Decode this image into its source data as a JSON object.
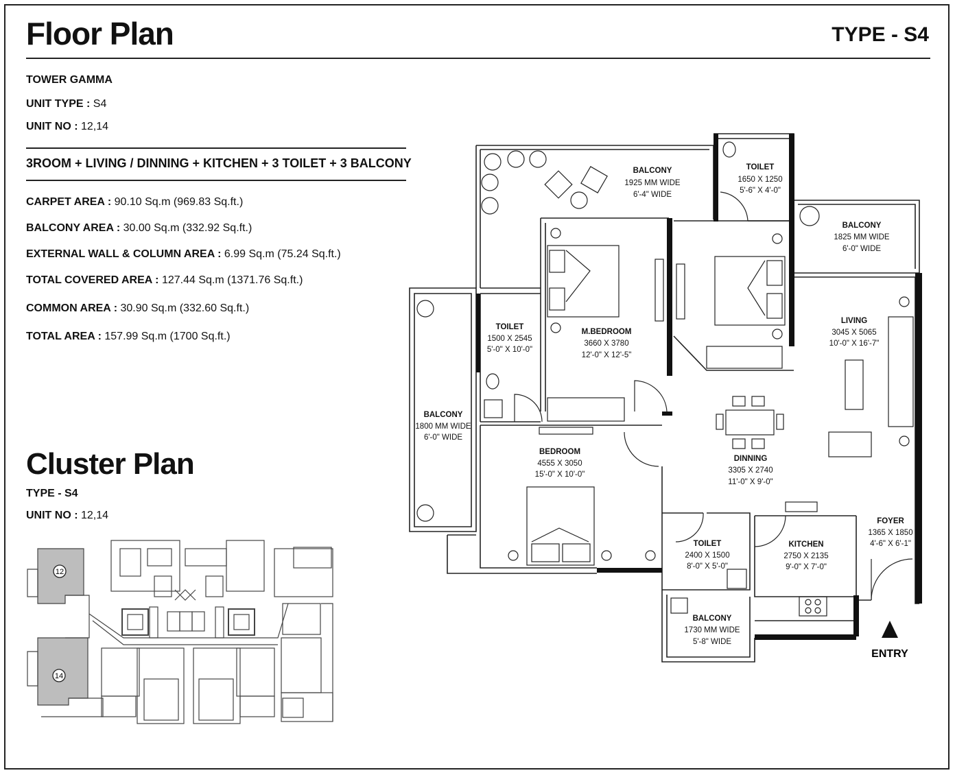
{
  "header": {
    "title": "Floor Plan",
    "type_label": "TYPE - S4"
  },
  "unit_info": {
    "tower": "TOWER GAMMA",
    "unit_type_label": "UNIT TYPE :",
    "unit_type_value": "S4",
    "unit_no_label": "UNIT NO :",
    "unit_no_value": "12,14"
  },
  "configuration": "3ROOM + LIVING / DINNING + KITCHEN + 3 TOILET + 3 BALCONY",
  "areas": [
    {
      "label": "CARPET AREA :",
      "value": "90.10 Sq.m (969.83 Sq.ft.)"
    },
    {
      "label": "BALCONY AREA :",
      "value": "30.00 Sq.m (332.92 Sq.ft.)"
    },
    {
      "label": "EXTERNAL WALL & COLUMN AREA :",
      "value": "6.99 Sq.m (75.24 Sq.ft.)"
    },
    {
      "label": "TOTAL COVERED AREA :",
      "value": "127.44 Sq.m (1371.76 Sq.ft.)"
    },
    {
      "label": "COMMON AREA :",
      "value": "30.90 Sq.m (332.60 Sq.ft.)"
    },
    {
      "label": "TOTAL AREA :",
      "value": "157.99 Sq.m (1700 Sq.ft.)"
    }
  ],
  "cluster": {
    "title": "Cluster Plan",
    "type_label": "TYPE - S4",
    "unit_no_label": "UNIT NO :",
    "unit_no_value": "12,14",
    "unit_markers": [
      "12",
      "14"
    ]
  },
  "rooms": {
    "balcony_top": {
      "name": "BALCONY",
      "dim1": "1925 MM WIDE",
      "dim2": "6'-4\" WIDE"
    },
    "toilet_top": {
      "name": "TOILET",
      "dim1": "1650 X 1250",
      "dim2": "5'-6\" X 4'-0\""
    },
    "balcony_right": {
      "name": "BALCONY",
      "dim1": "1825 MM WIDE",
      "dim2": "6'-0\" WIDE"
    },
    "toilet_left": {
      "name": "TOILET",
      "dim1": "1500 X 2545",
      "dim2": "5'-0\" X 10'-0\""
    },
    "m_bedroom": {
      "name": "M.BEDROOM",
      "dim1": "3660 X 3780",
      "dim2": "12'-0\" X 12'-5\""
    },
    "living": {
      "name": "LIVING",
      "dim1": "3045 X 5065",
      "dim2": "10'-0\" X 16'-7\""
    },
    "balcony_left": {
      "name": "BALCONY",
      "dim1": "1800 MM WIDE",
      "dim2": "6'-0\" WIDE"
    },
    "bedroom": {
      "name": "BEDROOM",
      "dim1": "4555 X 3050",
      "dim2": "15'-0\" X 10'-0\""
    },
    "dinning": {
      "name": "DINNING",
      "dim1": "3305 X 2740",
      "dim2": "11'-0\" X 9'-0\""
    },
    "foyer": {
      "name": "FOYER",
      "dim1": "1365 X 1850",
      "dim2": "4'-6\" X 6'-1\""
    },
    "toilet_bottom": {
      "name": "TOILET",
      "dim1": "2400 X 1500",
      "dim2": "8'-0\" X 5'-0\""
    },
    "kitchen": {
      "name": "KITCHEN",
      "dim1": "2750 X 2135",
      "dim2": "9'-0\" X 7'-0\""
    },
    "balcony_bottom": {
      "name": "BALCONY",
      "dim1": "1730 MM WIDE",
      "dim2": "5'-8\" WIDE"
    }
  },
  "entry_label": "ENTRY"
}
